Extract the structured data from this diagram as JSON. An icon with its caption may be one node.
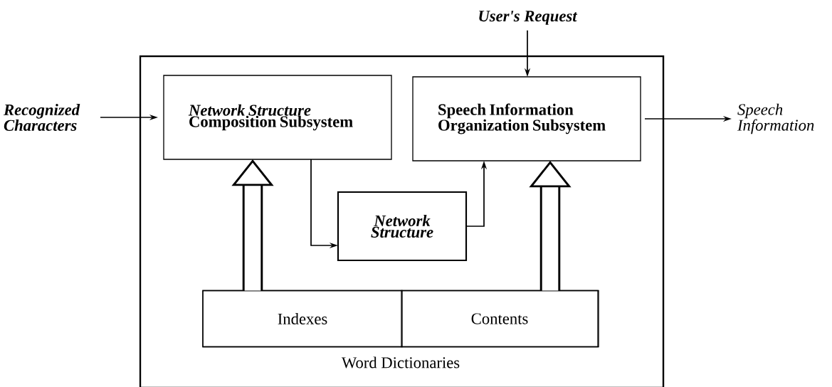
{
  "diagram": {
    "nodes": [
      {
        "text": [],
        "shape": "box"
      },
      {
        "text": [
          "Recognized Characters"
        ]
      },
      {
        "text": [
          "*Network Structure* Composition Subsystem"
        ],
        "in": 0
      },
      {
        "text": [
          "User's Request"
        ]
      },
      {
        "text": [
          "Speech Information Organization Subsystem"
        ],
        "in": 0
      },
      {
        "text": [
          "Speech Information"
        ]
      },
      {
        "text": [
          "Network Structure"
        ],
        "in": 0
      },
      {
        "text": [
          "Word Dictionaries"
        ],
        "in": 0
      },
      {
        "text": [
          "Indexes"
        ],
        "in": 7
      },
      {
        "text": [
          "Contents"
        ],
        "in": 7
      }
    ],
    "edges": [
      {
        "from": 1,
        "to": 2,
        "arrow": "to"
      },
      {
        "from": 3,
        "to": 4,
        "arrow": "to"
      },
      {
        "from": 4,
        "to": 5,
        "arrow": "to"
      },
      {
        "from": 2,
        "to": 6,
        "arrow": "to"
      },
      {
        "from": 6,
        "to": 4,
        "arrow": "to"
      },
      {
        "from": 8,
        "to": 2,
        "arrow": "to",
        "style": "thick"
      },
      {
        "from": 9,
        "to": 4,
        "arrow": "to",
        "style": "thick"
      }
    ]
  }
}
